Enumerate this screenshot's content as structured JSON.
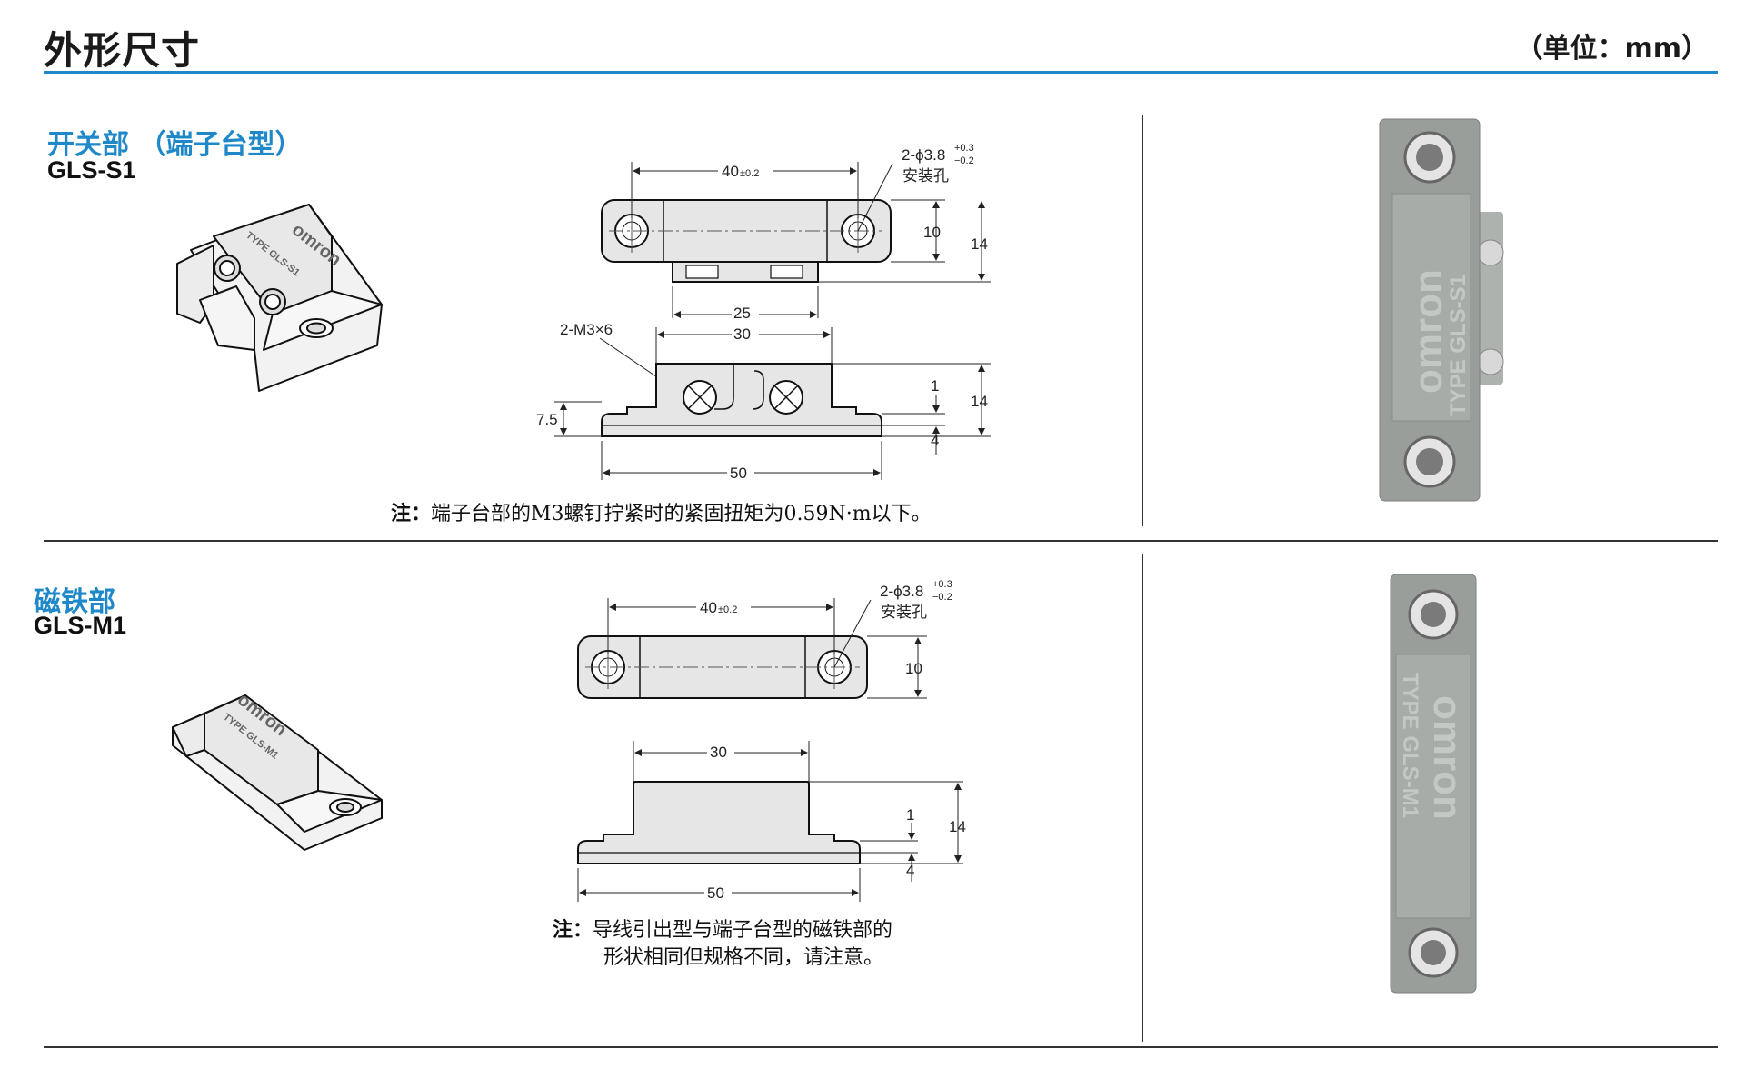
{
  "header": {
    "title": "外形尺寸",
    "unit": "（单位：mm）"
  },
  "section1": {
    "title": "开关部 （端子台型）",
    "model": "GLS-S1",
    "dims": {
      "pitch": "40",
      "pitch_tol": "±0.2",
      "hole": "2-ϕ3.8",
      "hole_tol_up": "+0.3",
      "hole_tol_dn": "−0.2",
      "hole_label": "安装孔",
      "w10": "10",
      "h14a": "14",
      "d25": "25",
      "d30": "30",
      "screw": "2-M3×6",
      "d1": "1",
      "h14b": "14",
      "d4": "4",
      "d75": "7.5",
      "d50": "50"
    },
    "note_label": "注：",
    "note": "端子台部的M3螺钉拧紧时的紧固扭矩为0.59N·m以下。",
    "iso_logo": "omron",
    "iso_type": "TYPE GLS-S1",
    "photo_logo": "omron",
    "photo_type": "TYPE GLS-S1"
  },
  "section2": {
    "title": "磁铁部",
    "model": "GLS-M1",
    "dims": {
      "pitch": "40",
      "pitch_tol": "±0.2",
      "hole": "2-ϕ3.8",
      "hole_tol_up": "+0.3",
      "hole_tol_dn": "−0.2",
      "hole_label": "安装孔",
      "w10": "10",
      "d30": "30",
      "d1": "1",
      "h14": "14",
      "d4": "4",
      "d50": "50"
    },
    "note_label": "注：",
    "note_line1": "导线引出型与端子台型的磁铁部的",
    "note_line2": "形状相同但规格不同，请注意。",
    "iso_logo": "omron",
    "iso_type": "TYPE GLS-M1",
    "photo_logo": "omron",
    "photo_type": "TYPE GLS-M1"
  },
  "colors": {
    "accent": "#1f88c9",
    "part_fill": "#e6e6e6",
    "photo_gray": "#9a9e9a"
  }
}
